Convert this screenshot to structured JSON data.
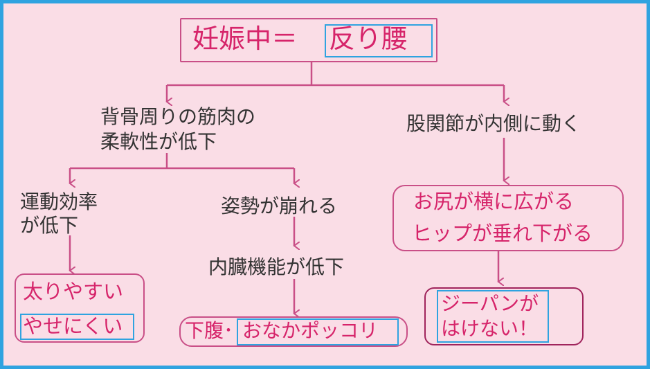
{
  "root": {
    "left": "妊娠中＝",
    "right": "反り腰"
  },
  "branch_left": {
    "line1": "背骨周りの筋肉の",
    "line2": "柔軟性が低下"
  },
  "branch_right": "股関節が内側に動く",
  "left_a": {
    "line1": "運動効率",
    "line2": "が低下"
  },
  "left_a_result": {
    "line1": "太りやすい",
    "line2": "やせにくい"
  },
  "left_b": "姿勢が崩れる",
  "left_b2": "内臓機能が低下",
  "left_b_result": {
    "prefix": "下腹･",
    "highlight": "おなかポッコリ"
  },
  "right_a": {
    "line1": "お尻が横に広がる",
    "line2": "ヒップが垂れ下がる"
  },
  "right_a_result": {
    "line1": "ジーパンが",
    "line2": "はけない！"
  },
  "colors": {
    "border": "#2fa3e0",
    "connector": "#c94f87",
    "accent_text": "#d6246a",
    "background": "#fadde6"
  }
}
